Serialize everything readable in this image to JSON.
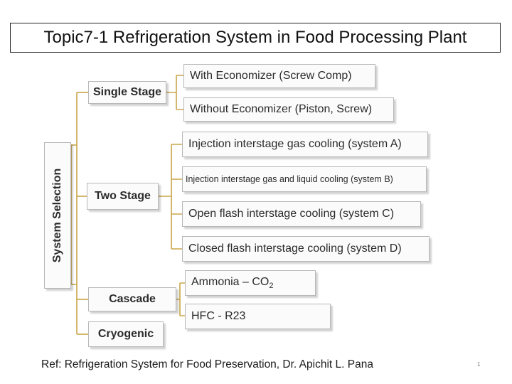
{
  "title": "Topic7-1 Refrigeration System in Food Processing Plant",
  "diagram": {
    "root": "System Selection",
    "branches": [
      {
        "label": "Single Stage",
        "children": [
          "With Economizer (Screw Comp)",
          "Without Economizer (Piston, Screw)"
        ]
      },
      {
        "label": "Two Stage",
        "children": [
          "Injection interstage gas cooling (system A)",
          "Injection interstage gas and liquid cooling  (system B)",
          "Open flash interstage cooling (system C)",
          "Closed flash interstage cooling (system D)"
        ]
      },
      {
        "label": "Cascade",
        "children": [
          "Ammonia – CO",
          "HFC - R23"
        ]
      },
      {
        "label": "Cryogenic",
        "children": []
      }
    ],
    "co2_subscript": "2"
  },
  "colors": {
    "connector": "#c8a548",
    "box_border": "#b8b8b8"
  },
  "reference": "Ref: Refrigeration System for Food Preservation, Dr. Apichit L. Pana",
  "page_number": "1"
}
